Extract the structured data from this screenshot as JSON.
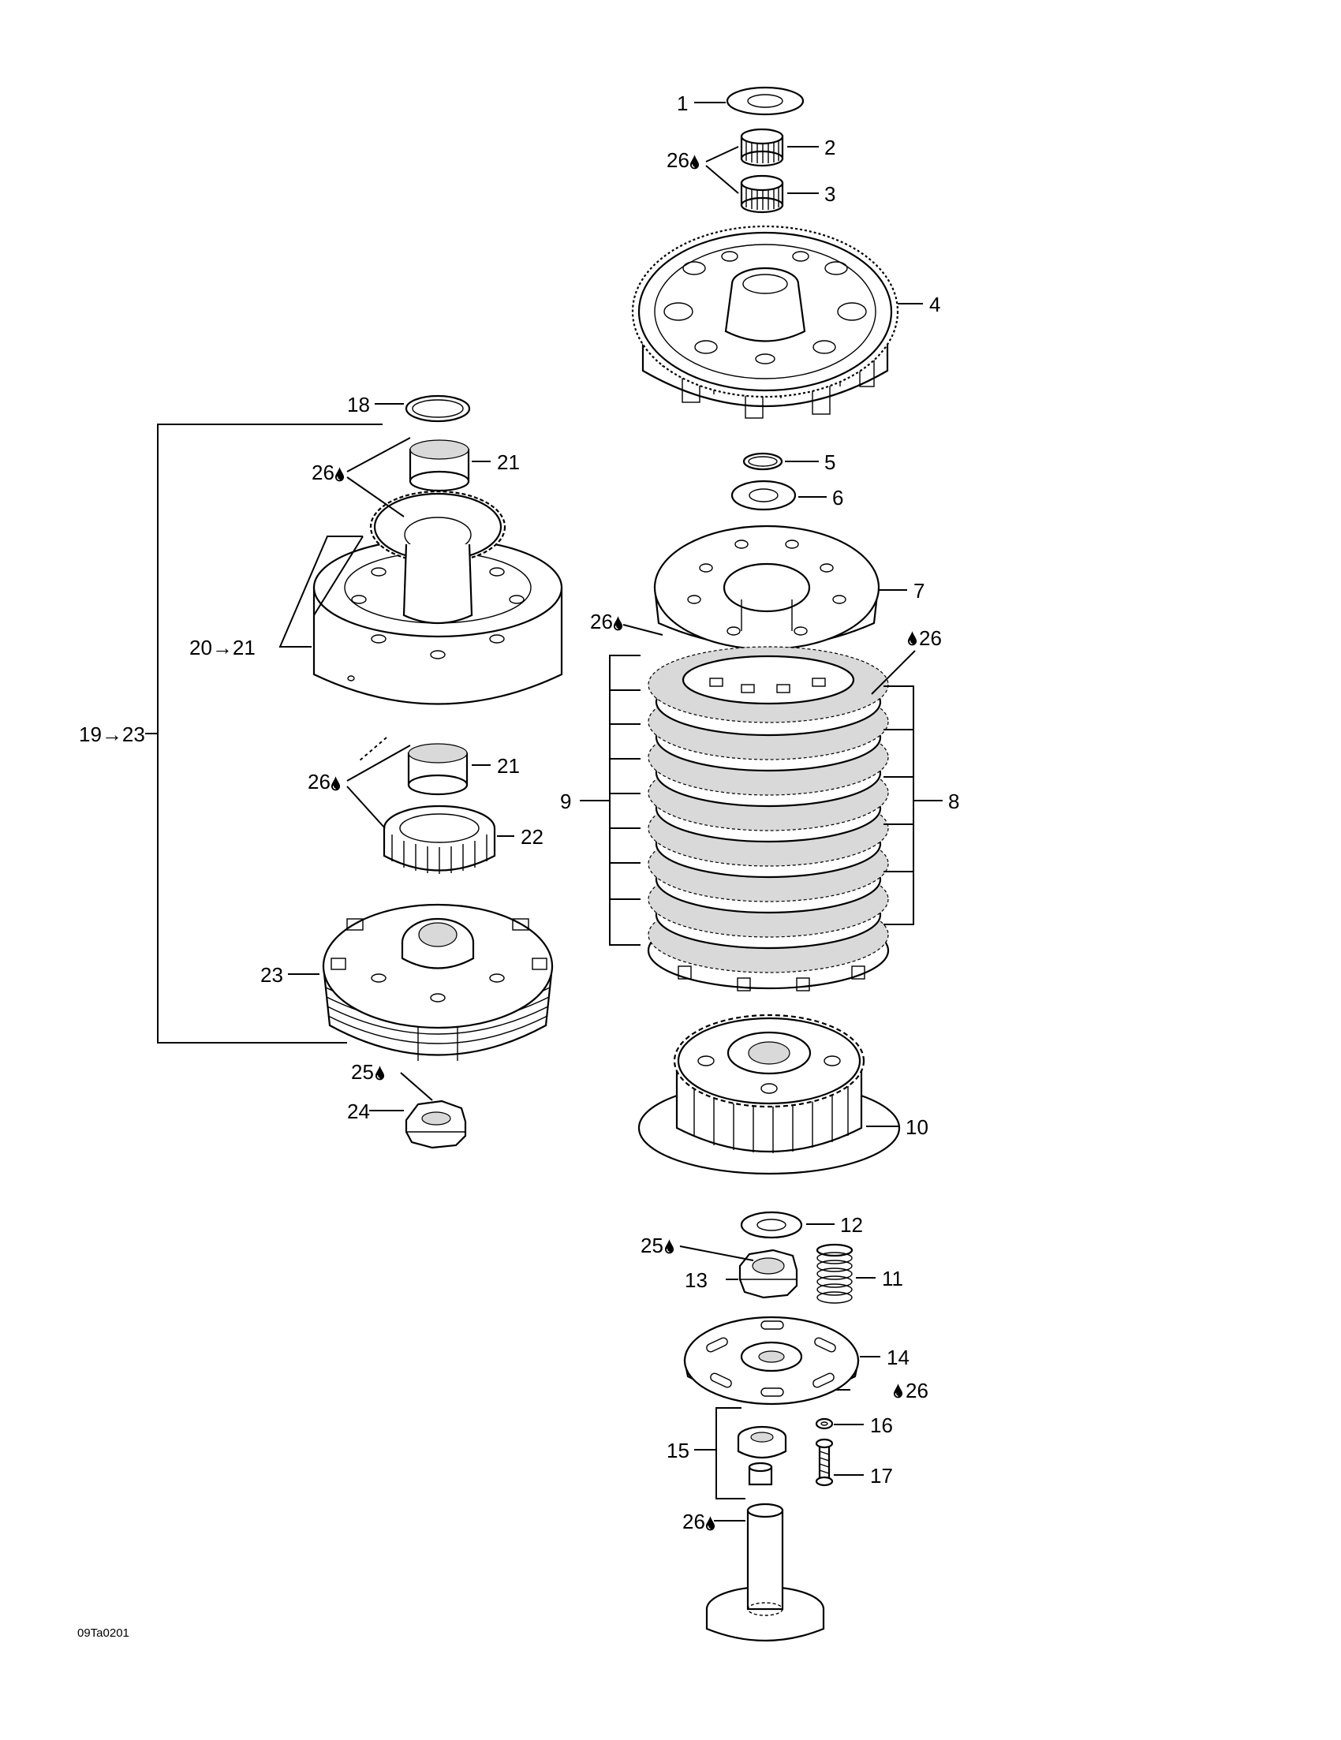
{
  "diagram": {
    "drawing_code": "09Ta0201",
    "labels": {
      "l1": "1",
      "l2": "2",
      "l3": "3",
      "l4": "4",
      "l5": "5",
      "l6": "6",
      "l7": "7",
      "l8": "8",
      "l9": "9",
      "l10": "10",
      "l11": "11",
      "l12": "12",
      "l13": "13",
      "l14": "14",
      "l15": "15",
      "l16": "16",
      "l17": "17",
      "l18": "18",
      "l19_23": "19→23",
      "l20_21": "20→21",
      "l21a": "21",
      "l21b": "21",
      "l22": "22",
      "l23": "23",
      "l24": "24",
      "l25a": "25",
      "l25b": "25",
      "l26a": "26",
      "l26b": "26",
      "l26c": "26",
      "l26d": "26",
      "l26e": "26",
      "l26f": "26",
      "l26g": "26"
    }
  }
}
